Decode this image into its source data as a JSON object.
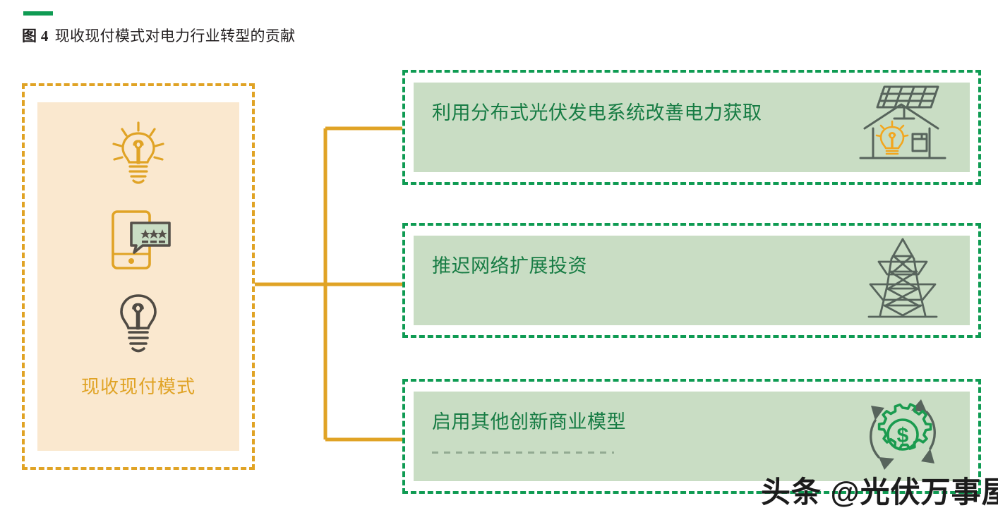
{
  "header": {
    "accent_color": "#0f9b53",
    "figure_label": "图 4",
    "figure_title": "现收现付模式对电力行业转型的贡献"
  },
  "source_panel": {
    "label": "现收现付模式",
    "border_color": "#e0a325",
    "fill_color": "#fae8cf",
    "text_color": "#e0a325",
    "icons": [
      {
        "name": "lightbulb-rays-icon",
        "color": "#e0a325"
      },
      {
        "name": "mobile-payment-pin-icon",
        "color": "#e0a325"
      },
      {
        "name": "lightbulb-icon",
        "color": "#4f4a43"
      }
    ]
  },
  "connector": {
    "color": "#e0a325"
  },
  "cards": [
    {
      "text": "利用分布式光伏发电系统改善电力获取",
      "subtext": "",
      "icon": "solar-house-icon",
      "border_color": "#0f9b53",
      "fill_color": "#c9ddc4",
      "text_color": "#177c44"
    },
    {
      "text": "推迟网络扩展投资",
      "subtext": "",
      "icon": "transmission-tower-icon",
      "border_color": "#0f9b53",
      "fill_color": "#c9ddc4",
      "text_color": "#177c44"
    },
    {
      "text": "启用其他创新商业模型",
      "subtext": "",
      "icon": "gear-dollar-cycle-icon",
      "border_color": "#0f9b53",
      "fill_color": "#c9ddc4",
      "text_color": "#177c44"
    }
  ],
  "watermark": {
    "text": "头条 @光伏万事屋"
  }
}
